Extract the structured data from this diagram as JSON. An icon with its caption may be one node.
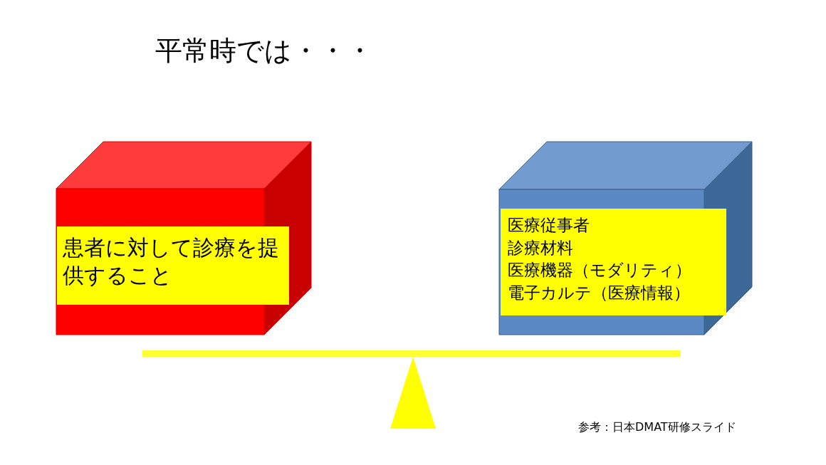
{
  "diagram": {
    "title": "平常時では・・・",
    "nodes": [
      {
        "text": [
          "患者に対して診療を提供すること"
        ]
      },
      {
        "text": [
          "医療従事者",
          "診療材料",
          "医療機器（モダリティ）",
          "電子カルテ（医療情報）"
        ]
      }
    ],
    "labels": [
      "参考：日本DMAT研修スライド"
    ]
  }
}
